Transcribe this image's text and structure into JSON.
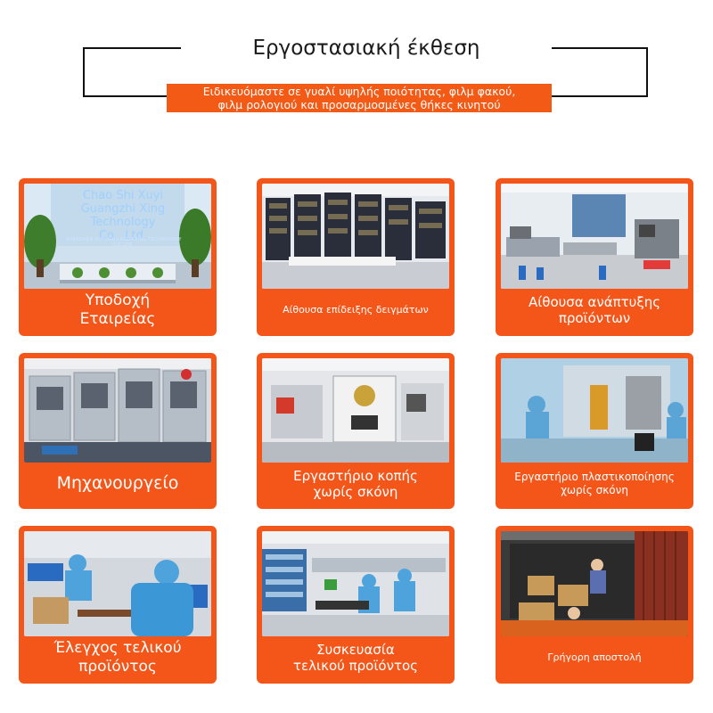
{
  "header": {
    "title": "Εργοστασιακή έκθεση",
    "subtitle_line1": "Ειδικευόμαστε σε γυαλί υψηλής ποιότητας, φιλμ φακού,",
    "subtitle_line2": "φιλμ ρολογιού και προσαρμοσμένες θήκες κινητού"
  },
  "reception_sign": {
    "line1": "Chao Shi Xuyi",
    "line2": "Guangzhi Xing",
    "line3": "Technology",
    "line4": "Co., Ltd.",
    "small": "SHENZHEN XUYI GUANGZHIXING TECHNOLOGY CO.,LTD."
  },
  "cards": [
    {
      "line1": "Υποδοχή",
      "line2": "Εταιρείας"
    },
    {
      "line1": "Αίθουσα επίδειξης δειγμάτων",
      "line2": ""
    },
    {
      "line1": "Αίθουσα ανάπτυξης",
      "line2": "προϊόντων"
    },
    {
      "line1": "Μηχανουργείο",
      "line2": ""
    },
    {
      "line1": "Εργαστήριο κοπής",
      "line2": "χωρίς σκόνη"
    },
    {
      "line1": "Εργαστήριο πλαστικοποίησης",
      "line2": "χωρίς σκόνη"
    },
    {
      "line1": "Έλεγχος τελικού",
      "line2": "προϊόντος"
    },
    {
      "line1": "Συσκευασία",
      "line2": "τελικού προϊόντος"
    },
    {
      "line1": "Γρήγορη αποστολή",
      "line2": ""
    }
  ],
  "colors": {
    "accent": "#f4561a",
    "banner": "#f35a16",
    "text_dark": "#1a1a1a"
  }
}
